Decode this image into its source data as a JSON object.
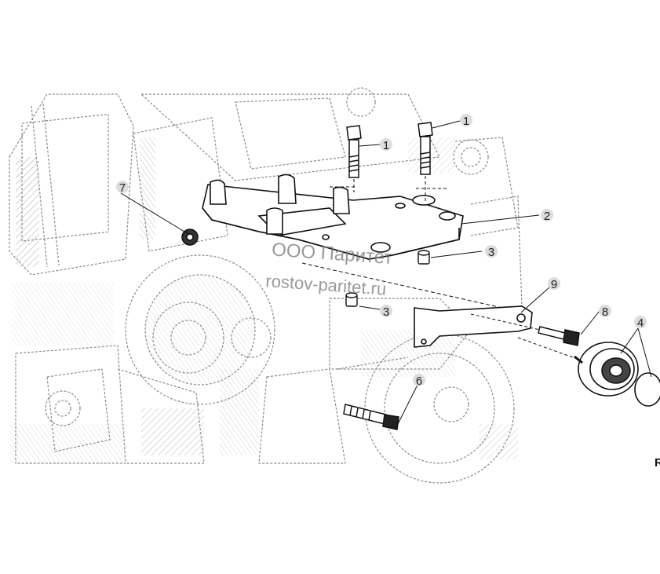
{
  "diagram": {
    "callouts": {
      "c1a": "1",
      "c1b": "1",
      "c2": "2",
      "c3a": "3",
      "c3b": "3",
      "c4": "4",
      "c6": "6",
      "c7": "7",
      "c8": "8",
      "c9": "9"
    },
    "figure_ref": "R",
    "watermark": {
      "line1": "ООО Паритет",
      "line2": "rostov-paritet.ru"
    }
  }
}
